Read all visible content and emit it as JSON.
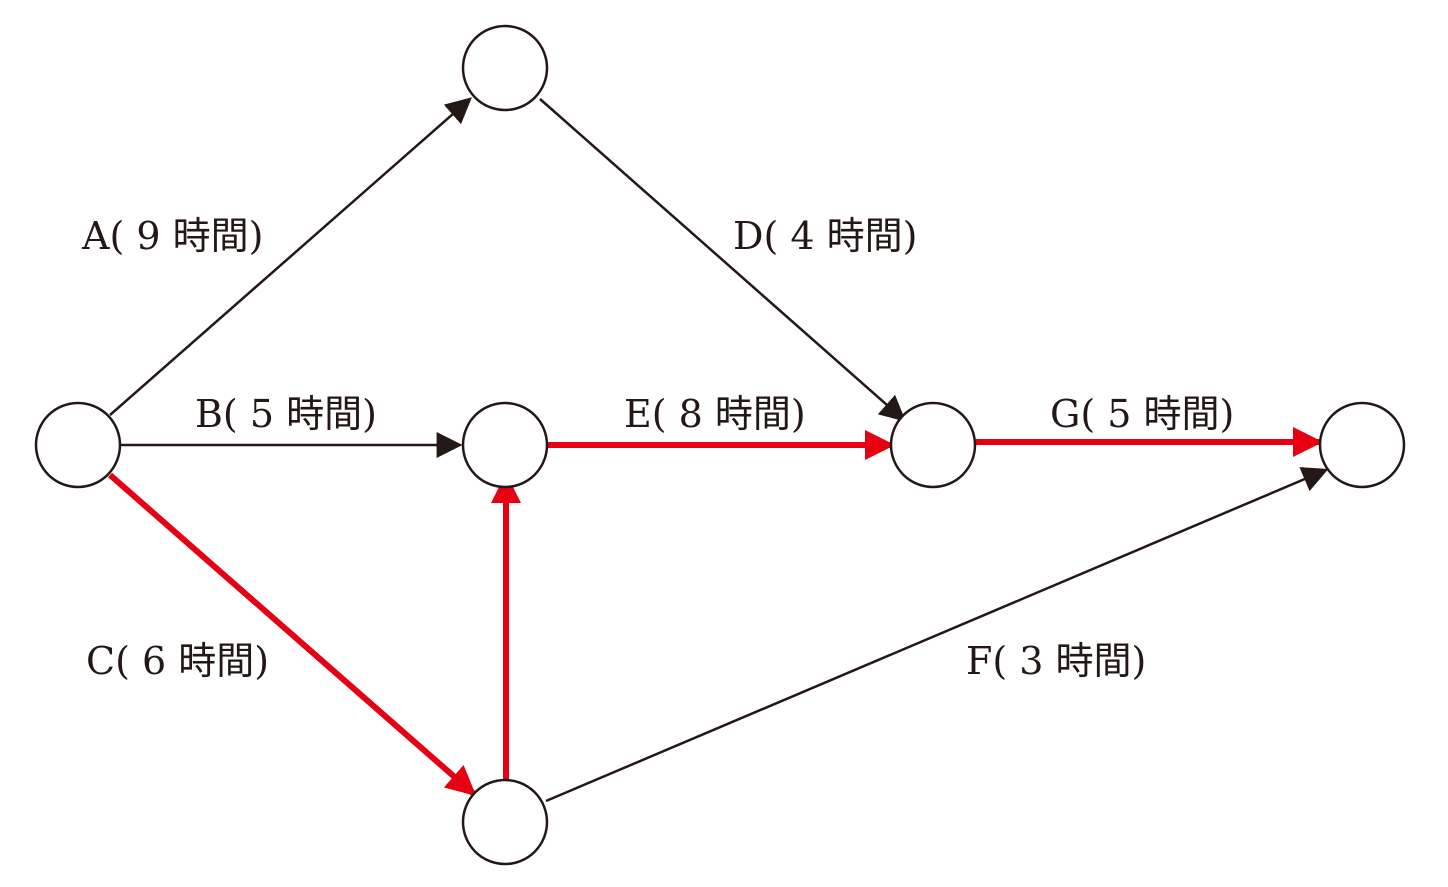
{
  "colors": {
    "line": "#231815",
    "critical": "#e60012",
    "node_fill": "#ffffff"
  },
  "diagram": {
    "nodes": [
      "n1",
      "n2",
      "n3",
      "n4",
      "n5",
      "n6"
    ],
    "edges": [
      {
        "id": "A",
        "label": "A( 9 時間)",
        "from": "n1",
        "to": "n2",
        "critical": false
      },
      {
        "id": "B",
        "label": "B( 5 時間)",
        "from": "n1",
        "to": "n3",
        "critical": false
      },
      {
        "id": "C",
        "label": "C( 6 時間)",
        "from": "n1",
        "to": "n5",
        "critical": true
      },
      {
        "id": "D",
        "label": "D( 4 時間)",
        "from": "n2",
        "to": "n4",
        "critical": false
      },
      {
        "id": "E",
        "label": "E( 8 時間)",
        "from": "n3",
        "to": "n4",
        "critical": true
      },
      {
        "id": "F",
        "label": "F( 3 時間)",
        "from": "n5",
        "to": "n6",
        "critical": false
      },
      {
        "id": "G",
        "label": "G( 5 時間)",
        "from": "n4",
        "to": "n6",
        "critical": true
      },
      {
        "id": "CE",
        "label": "",
        "from": "n5",
        "to": "n3",
        "critical": true
      }
    ]
  }
}
